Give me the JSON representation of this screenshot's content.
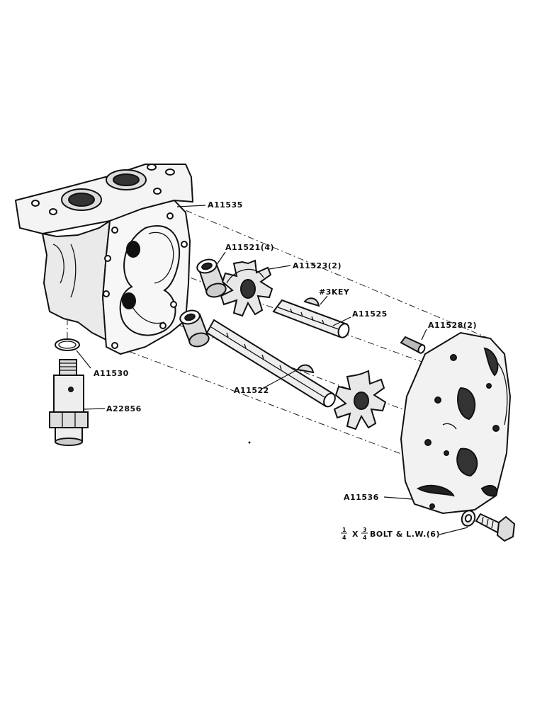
{
  "labels": {
    "a11535": "A11535",
    "a11521": "A11521(4)",
    "a11523": "A11523(2)",
    "key": "#3KEY",
    "a11525": "A11525",
    "a11528": "A11528(2)",
    "a11530": "A11530",
    "a22856": "A22856",
    "a11522": "A11522",
    "a11536": "A11536",
    "bolt_num1": "1",
    "bolt_den1": "4",
    "bolt_x": "X",
    "bolt_num2": "3",
    "bolt_den2": "4",
    "bolt_rest": "BOLT & L.W.(6)"
  }
}
